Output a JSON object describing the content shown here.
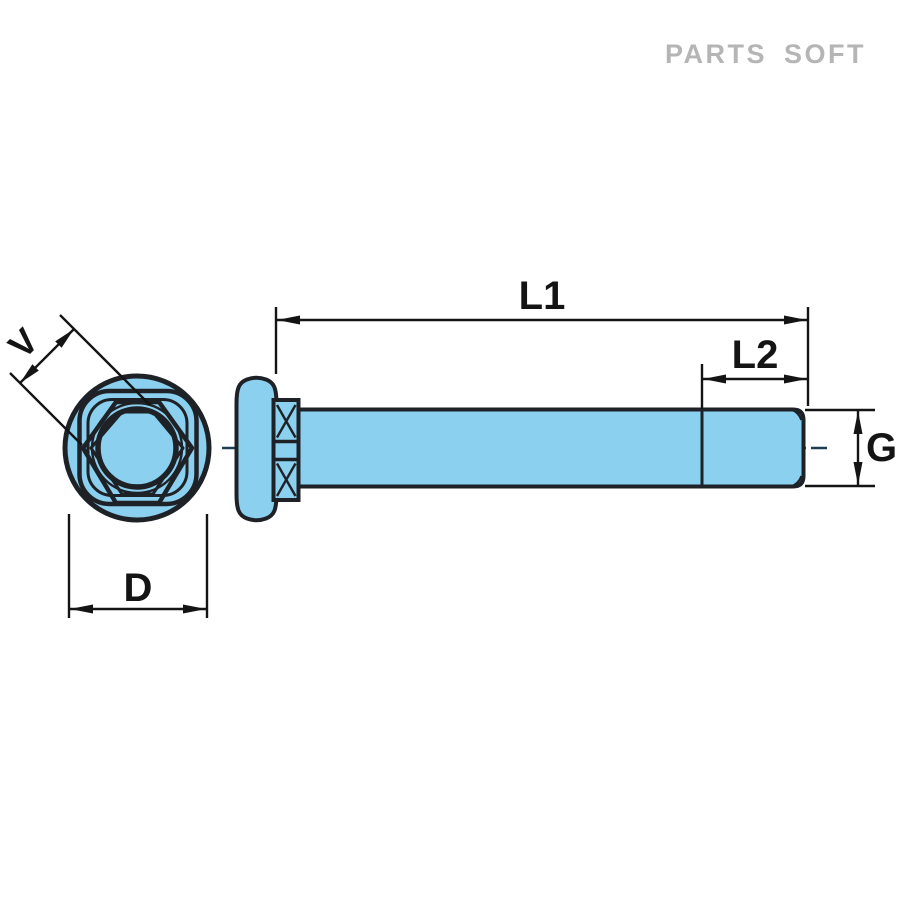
{
  "watermark": {
    "text": "PARTS SOFT"
  },
  "figure": {
    "type": "technical-drawing",
    "subject": "round-head square-neck bolt, front view and side view",
    "dimension_labels": {
      "v": "V",
      "l1": "L1",
      "l2": "L2",
      "g": "G",
      "d": "D"
    }
  },
  "colors": {
    "background": "#ffffff",
    "part_fill": "#8bd0ef",
    "outline": "#1e2226",
    "dimension": "#141414",
    "centerline": "#1c3e52",
    "watermark": "#b5b5b5"
  }
}
